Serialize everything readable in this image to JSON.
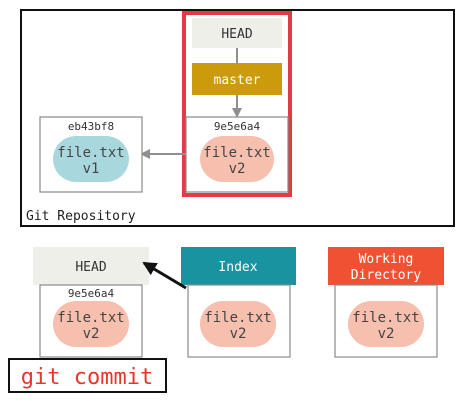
{
  "repository": {
    "label": "Git Repository",
    "head_label": "HEAD",
    "branch_label": "master",
    "commits": [
      {
        "hash": "eb43bf8",
        "file_name": "file.txt",
        "file_version": "v1"
      },
      {
        "hash": "9e5e6a4",
        "file_name": "file.txt",
        "file_version": "v2"
      }
    ]
  },
  "lower": {
    "head": {
      "label": "HEAD",
      "hash": "9e5e6a4",
      "file_name": "file.txt",
      "file_version": "v2"
    },
    "index": {
      "label": "Index",
      "file_name": "file.txt",
      "file_version": "v2"
    },
    "working_directory": {
      "label_line1": "Working",
      "label_line2": "Directory",
      "file_name": "file.txt",
      "file_version": "v2"
    }
  },
  "command": {
    "text": "git commit"
  },
  "colors": {
    "highlight_red": "#e53945",
    "branch_gold": "#cc9b0b",
    "index_teal": "#1a93a0",
    "working_dir_orange": "#f05133",
    "blob_v1": "#a8d8dd",
    "blob_v2": "#f6bfae",
    "head_box": "#efefe9",
    "command_text": "#e8372a",
    "border_gray": "#8a8a8a",
    "arrow_gray": "#8f8f8f"
  }
}
